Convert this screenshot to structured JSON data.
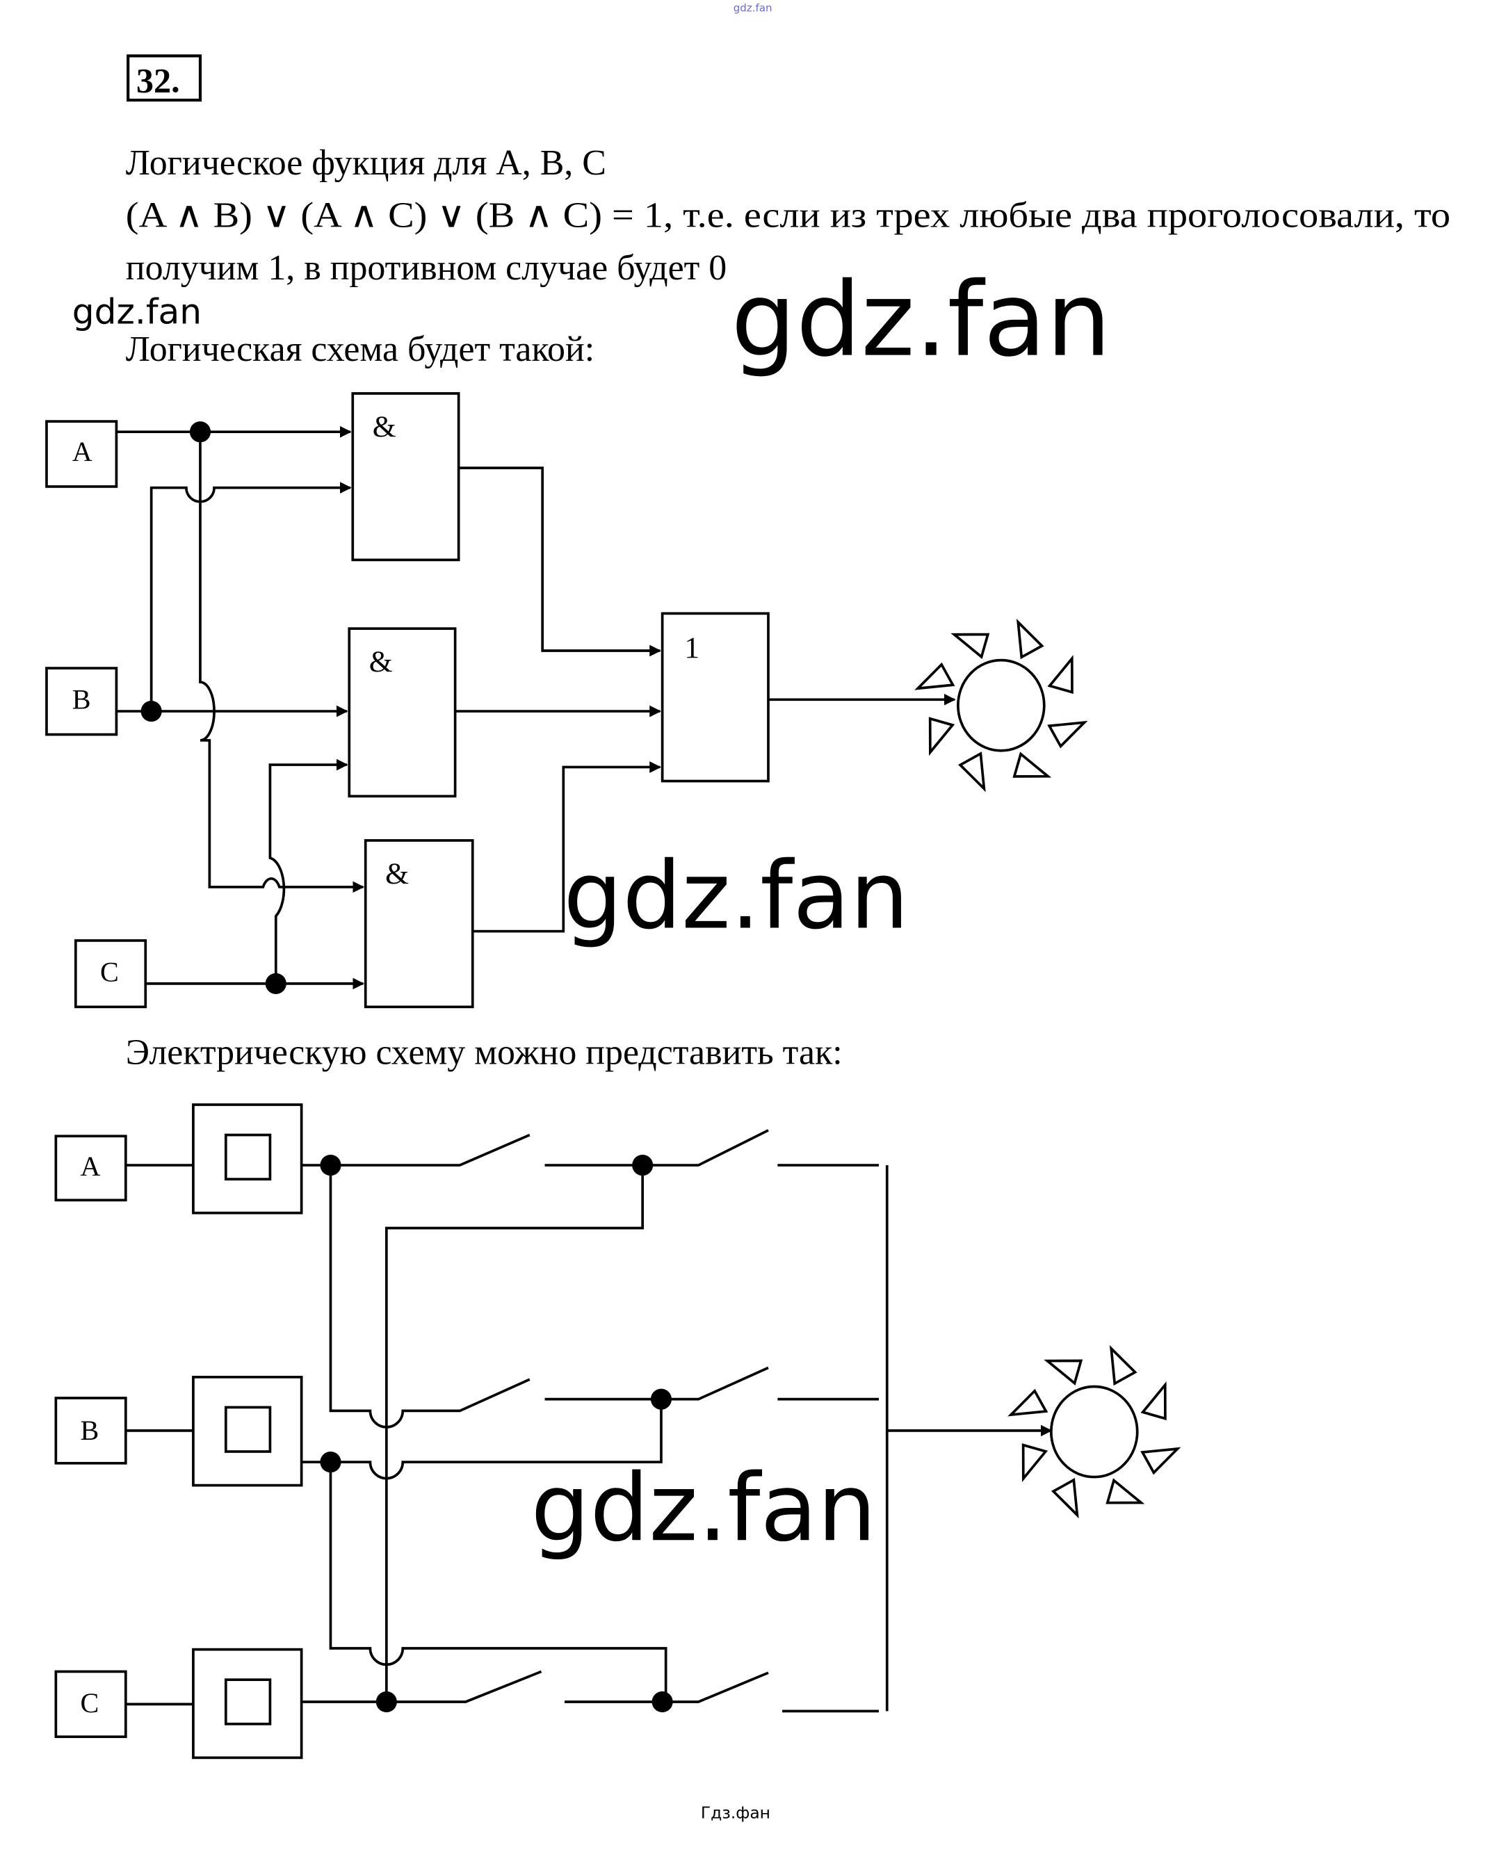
{
  "header": {
    "top_watermark": "gdz.fan",
    "problem_number": "32."
  },
  "text": {
    "line1": "Логическое фукция для A, B, C",
    "line2": "(A ∧ B) ∨ (A ∧ C) ∨ (B ∧ C) = 1, т.е. если из трех любые два проголосовали, то",
    "line3": "получим 1, в противном случае будет 0",
    "logic_caption": "Логическая схема будет такой:",
    "electric_caption": "Электрическую схему можно представить так:"
  },
  "watermarks": {
    "small": "gdz.fan",
    "large1": "gdz.fan",
    "large2": "gdz.fan",
    "large3": "gdz.fan",
    "footer": "Гдз.фан"
  },
  "logic_diagram": {
    "inputs": [
      "A",
      "B",
      "C"
    ],
    "and_gate_label": "&",
    "or_gate_label": "1",
    "output_icon": "lamp-icon"
  },
  "electric_diagram": {
    "inputs": [
      "A",
      "B",
      "C"
    ],
    "relay_icon": "relay-icon",
    "output_icon": "lamp-icon"
  }
}
